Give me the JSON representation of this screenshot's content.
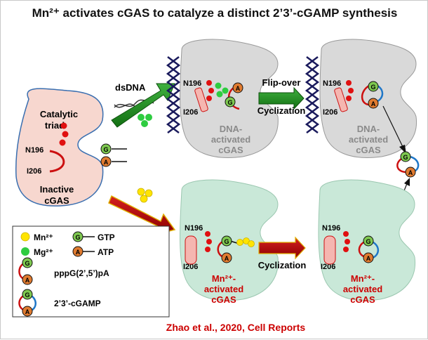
{
  "title": "Mn²⁺ activates cGAS to catalyze a distinct 2’3’-cGAMP synthesis",
  "inactive": {
    "catalytic": "Catalytic",
    "triad": "triad",
    "n196": "N196",
    "i206": "I206",
    "state1": "Inactive",
    "state2": "cGAS"
  },
  "dsdna": "dsDNA",
  "dna_state": [
    "DNA-",
    "activated",
    "cGAS"
  ],
  "mn_state": [
    "Mn²⁺-",
    "activated",
    "cGAS"
  ],
  "residues": {
    "n196": "N196",
    "i206": "I206"
  },
  "steps": {
    "flip": "Flip-over",
    "cyclization": "Cyclization"
  },
  "nucleotides": {
    "g": "G",
    "a": "A"
  },
  "legend": {
    "mn": "Mn²⁺",
    "mg": "Mg²⁺",
    "gtp": "GTP",
    "atp": "ATP",
    "linear": "pppG(2’,5’)pA",
    "cyclic": "2’3’-cGAMP"
  },
  "citation": "Zhao et al., 2020, Cell Reports",
  "colors": {
    "inactive_fill": "#f7d7cf",
    "dna_fill": "#d9d9d9",
    "mn_fill": "#c9e8d8",
    "red_text": "#cc0000",
    "green_arrow": "#1a8a1a",
    "red_arrow": "#c00000",
    "g_fill": "#7ec850",
    "a_fill": "#e07b30",
    "mn_ion": "#ffe400",
    "mg_ion": "#2ecc40",
    "red_dot": "#e01010",
    "chain_red": "#cc1010",
    "chain_blue": "#1f77c8"
  }
}
